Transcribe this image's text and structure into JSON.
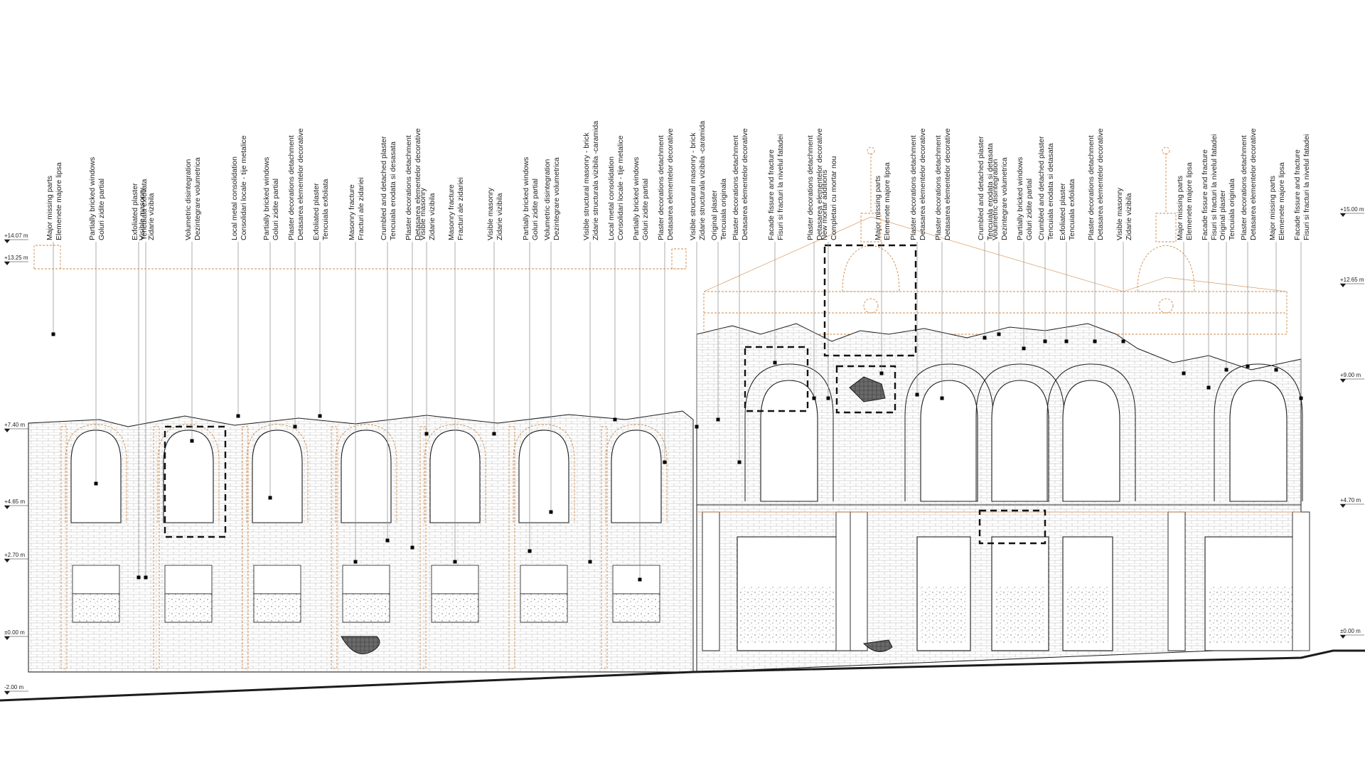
{
  "colors": {
    "ink": "#1c1c1c",
    "reconstruction": "#d08a4c",
    "callout": "#8a8a8a",
    "hatch": "#9a9a9a",
    "background": "#ffffff"
  },
  "levels": [
    "+15.00 m",
    "+14.07 m",
    "+13.25 m",
    "+12.65 m",
    "+9.00 m",
    "+7.40 m",
    "+4.65 m",
    "+4.70 m",
    "+2.70 m",
    "±0.00 m",
    "±0.00 m",
    "-2.00 m"
  ],
  "callouts": [
    {
      "en": "Major missing parts",
      "ro": "Elemenete majore lipsa"
    },
    {
      "en": "Partially bricked windows",
      "ro": "Goluri zidite partial"
    },
    {
      "en": "Exfoliated plaster",
      "ro": "Tencuiala exfoliata"
    },
    {
      "en": "Visible masonry",
      "ro": "Zidarie vizibila"
    },
    {
      "en": "Volumetric disintegration",
      "ro": "Dezintegrare volumetrica"
    },
    {
      "en": "Local metal consolidation",
      "ro": "Consolidari locale - tije metalice"
    },
    {
      "en": "Partially bricked windows",
      "ro": "Goluri zidite partial"
    },
    {
      "en": "Plaster decorations detachment",
      "ro": "Detasarea elementelor decorative"
    },
    {
      "en": "Exfoliated plaster",
      "ro": "Tencuiala exfoliata"
    },
    {
      "en": "Masonry fracture",
      "ro": "Fracturi ale zidariei"
    },
    {
      "en": "Crumbled and detached plaster",
      "ro": "Tencuiala erodata si desasata"
    },
    {
      "en": "Plaster decorations detachment",
      "ro": "Detasarea elementelor decorative"
    },
    {
      "en": "Visible masonry",
      "ro": "Zidarie vizibila"
    },
    {
      "en": "Masonry fracture",
      "ro": "Fracturi ale zidariei"
    },
    {
      "en": "Visible masonry",
      "ro": "Zidarie vizibila"
    },
    {
      "en": "Partially bricked windows",
      "ro": "Goluri zidite partial"
    },
    {
      "en": "Volumetric disintegration",
      "ro": "Dezintegrare volumetrica"
    },
    {
      "en": "Visible structural masonry - brick",
      "ro": "Zidarie structurala vizibila -caramida"
    },
    {
      "en": "Local metal consolidation",
      "ro": "Consolidari locale - tije metalice"
    },
    {
      "en": "Partially bricked windows",
      "ro": "Goluri zidite partial"
    },
    {
      "en": "Plaster decorations detachment",
      "ro": "Detasarea elementelor decorative"
    },
    {
      "en": "Visible structural masonry - brick",
      "ro": "Zidarie structurala vizibila -caramida"
    },
    {
      "en": "Original plaster",
      "ro": "Tencuiala originala"
    },
    {
      "en": "Plaster decorations detachment",
      "ro": "Detasarea elementelor decorative"
    },
    {
      "en": "Facade fissure and fracture",
      "ro": "Fisuri si fracturi la nivelul fatadei"
    },
    {
      "en": "Plaster decorations detachment",
      "ro": "Detasarea elementelor decorative"
    },
    {
      "en": "New mortar additions",
      "ro": "Completari cu mortar nou"
    },
    {
      "en": "Major missing parts",
      "ro": "Elemenete majore lipsa"
    },
    {
      "en": "Plaster decorations detachment",
      "ro": "Detasarea elementelor decorative"
    },
    {
      "en": "Plaster decorations detachment",
      "ro": "Detasarea elementelor decorative"
    },
    {
      "en": "Crumbled and detached plaster",
      "ro": "Tencuiala erodata si detasata"
    },
    {
      "en": "Volumetric disintegration",
      "ro": "Dezintegrare volumetrica"
    },
    {
      "en": "Partially bricked windows",
      "ro": "Goluri zidite partial"
    },
    {
      "en": "Crumbled and detached plaster",
      "ro": "Tencuiala erodata si detasata"
    },
    {
      "en": "Exfoliated plaster",
      "ro": "Tencuiala exfoliata"
    },
    {
      "en": "Plaster decorations detachment",
      "ro": "Detasarea elementelor decorative"
    },
    {
      "en": "Visible masonry",
      "ro": "Zidarie vizibila"
    },
    {
      "en": "Major missing parts",
      "ro": "Elemenete majore lipsa"
    },
    {
      "en": "Facade fissure and fracture",
      "ro": "Fisuri si fracturi la nivelul fatadei"
    },
    {
      "en": "Original plaster",
      "ro": "Tencuiala originala"
    },
    {
      "en": "Plaster decorations detachment",
      "ro": "Detasarea elementelor decorative"
    },
    {
      "en": "Major missing parts",
      "ro": "Elemenete majore lipsa"
    },
    {
      "en": "Facade fissure and fracture",
      "ro": "Fisuri si fracturi la nivelul fatadei"
    }
  ]
}
